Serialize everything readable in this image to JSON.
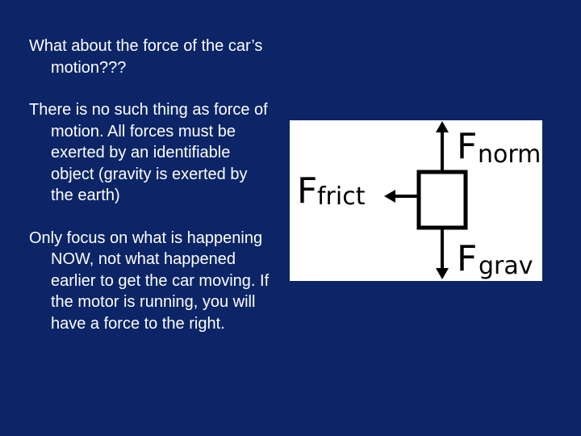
{
  "slide": {
    "paragraphs": [
      "What about the force of the car’s motion???",
      "There is no such thing as force of motion.  All forces must be exerted by an identifiable object (gravity is exerted by the earth)",
      "Only focus on what is happening NOW, not what happened earlier to get the car moving.  If the motor is running, you will have a force to the right."
    ]
  },
  "diagram": {
    "labels": {
      "normal": {
        "main": "F",
        "sub": "norm"
      },
      "friction": {
        "main": "F",
        "sub": "frict"
      },
      "gravity": {
        "main": "F",
        "sub": "grav"
      }
    }
  },
  "colors": {
    "background": "#0b2566",
    "text": "#ffffff",
    "diagram_background": "#ffffff",
    "diagram_ink": "#000000"
  }
}
